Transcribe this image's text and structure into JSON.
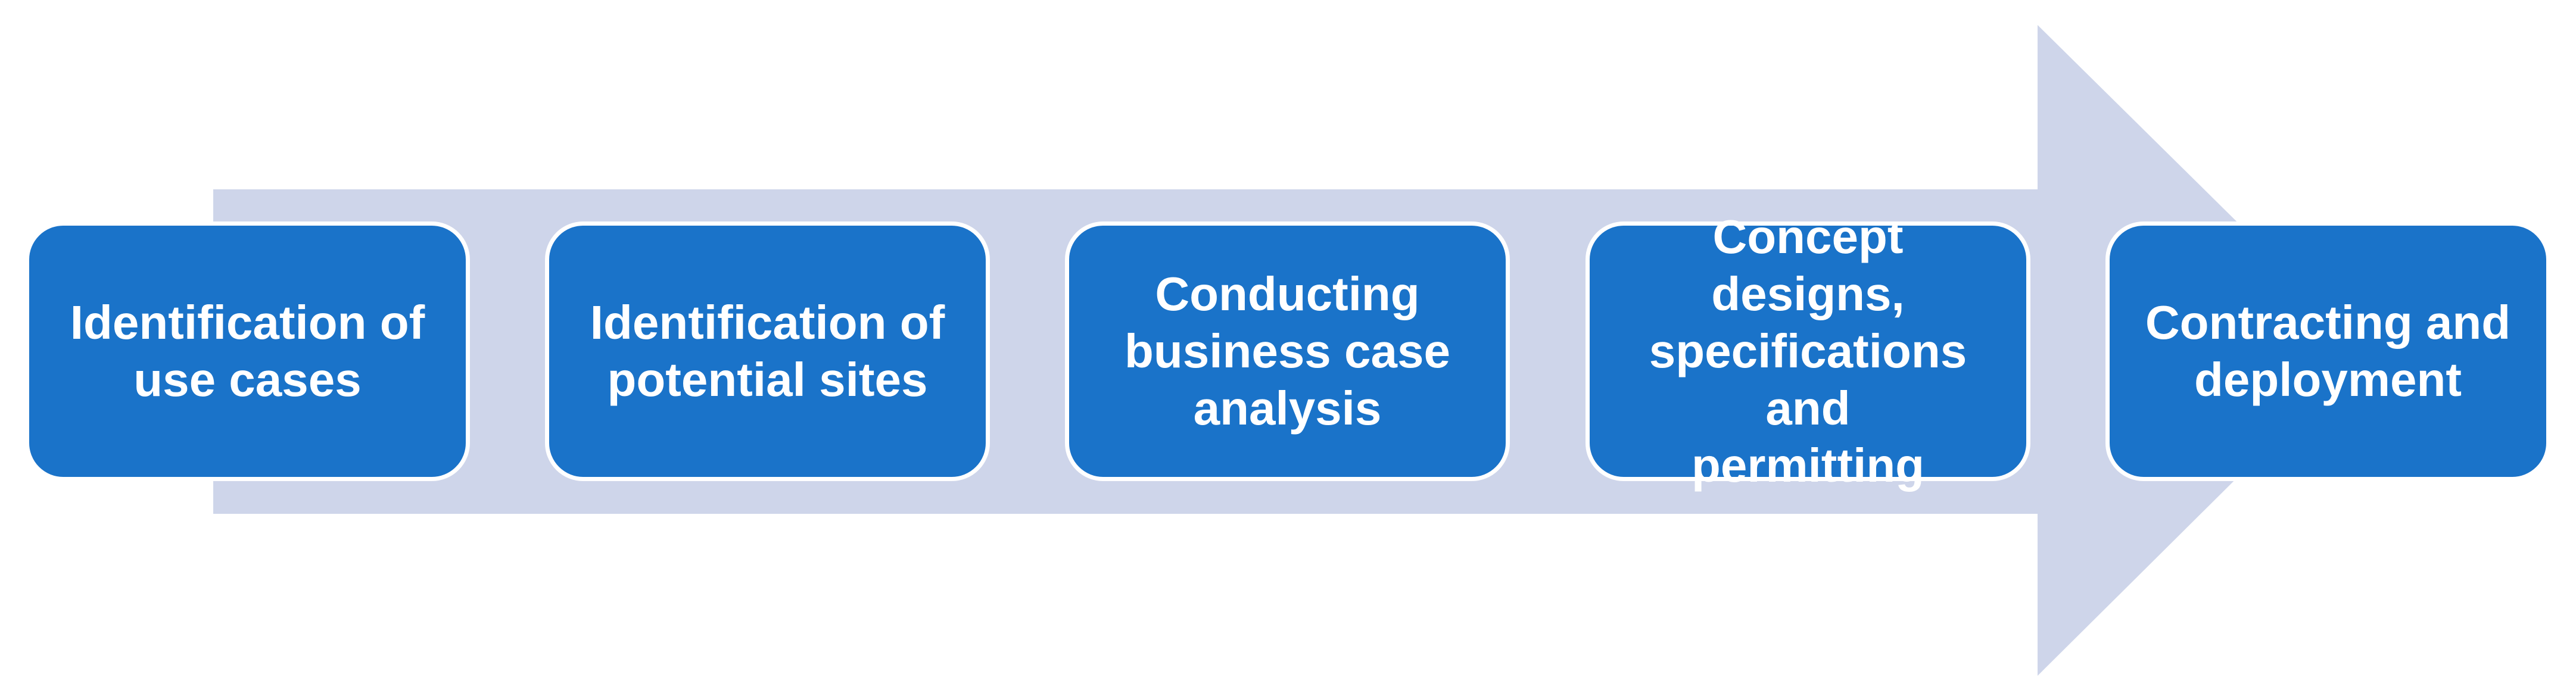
{
  "colors": {
    "arrow": "#CED5EA",
    "box_fill": "#1A73C9",
    "box_border": "#FFFFFF",
    "text": "#FFFFFF"
  },
  "steps": [
    {
      "label": "Identification of\nuse cases"
    },
    {
      "label": "Identification of\npotential sites"
    },
    {
      "label": "Conducting\nbusiness case\nanalysis"
    },
    {
      "label": "Concept designs,\nspecifications and\npermitting"
    },
    {
      "label": "Contracting and\ndeployment"
    }
  ]
}
